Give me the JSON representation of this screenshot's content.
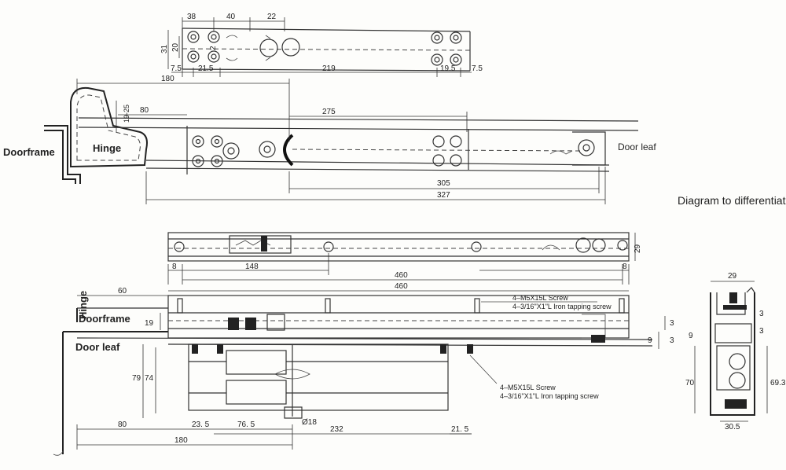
{
  "labels": {
    "doorframe_top": "Doorframe",
    "hinge_top": "Hinge",
    "door_leaf_top": "Door leaf",
    "diagram_title": "Diagram to differentiate",
    "hinge_bottom": "Hinge",
    "doorframe_bottom": "Doorframe",
    "door_leaf_bottom": "Door leaf",
    "screw_note_top_1": "4–M5X15L Screw",
    "screw_note_top_2": "4–3/16\"X1\"L Iron tapping screw",
    "screw_note_bottom_1": "4–M5X15L Screw",
    "screw_note_bottom_2": "4–3/16\"X1\"L Iron tapping screw"
  },
  "dimensions": {
    "top_38": "38",
    "top_40": "40",
    "top_22": "22",
    "top_31": "31",
    "top_20": "20",
    "top_2": "2",
    "top_7_5_left": "7.5",
    "top_21_5": "21.5",
    "top_219": "219",
    "top_19_5": "19.5",
    "top_7_5_right": "7.5",
    "mid_180": "180",
    "mid_80": "80",
    "mid_19_25": "19-25",
    "mid_275": "275",
    "mid_305": "305",
    "mid_327": "327",
    "rail_29": "29",
    "rail_8_left": "8",
    "rail_148": "148",
    "rail_460": "460",
    "rail_8_right": "8",
    "bot_60": "60",
    "bot_460": "460",
    "bot_19": "19",
    "bot_3_a": "3",
    "bot_9": "9",
    "bot_3_b": "3",
    "bot_79": "79",
    "bot_74": "74",
    "bot_80": "80",
    "bot_23_5": "23. 5",
    "bot_76_5": "76. 5",
    "bot_d18": "Ø18",
    "bot_232": "232",
    "bot_21_5": "21. 5",
    "bot_180": "180",
    "sec_29": "29",
    "sec_3_a": "3",
    "sec_3_b": "3",
    "sec_9": "9",
    "sec_70": "70",
    "sec_69_3": "69.3",
    "sec_30_5": "30.5"
  }
}
